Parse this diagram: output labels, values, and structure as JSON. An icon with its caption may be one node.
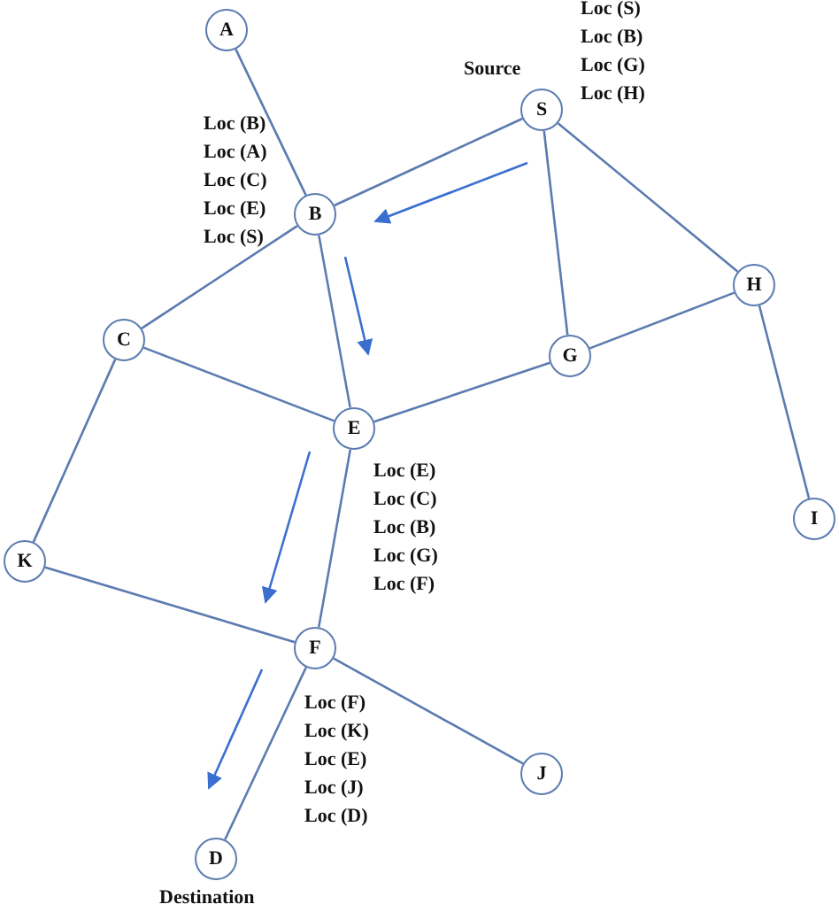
{
  "diagram": {
    "nodes": [
      {
        "text": [
          "A"
        ]
      },
      {
        "text": [
          "S"
        ],
        "beside": [
          "Source",
          "Loc (S)",
          "Loc (B)",
          "Loc (G)",
          "Loc (H)"
        ]
      },
      {
        "text": [
          "B"
        ],
        "beside": [
          "Loc (B)",
          "Loc (A)",
          "Loc (C)",
          "Loc (E)",
          "Loc (S)"
        ]
      },
      {
        "text": [
          "H"
        ]
      },
      {
        "text": [
          "C"
        ]
      },
      {
        "text": [
          "G"
        ]
      },
      {
        "text": [
          "E"
        ],
        "beside": [
          "Loc (E)",
          "Loc (C)",
          "Loc (B)",
          "Loc (G)",
          "Loc (F)"
        ]
      },
      {
        "text": [
          "I"
        ]
      },
      {
        "text": [
          "K"
        ]
      },
      {
        "text": [
          "F"
        ],
        "beside": [
          "Loc (F)",
          "Loc (K)",
          "Loc (E)",
          "Loc (J)",
          "Loc (D)"
        ]
      },
      {
        "text": [
          "J"
        ]
      },
      {
        "text": [
          "D"
        ],
        "beside": [
          "Destination"
        ]
      }
    ],
    "edges": [
      {
        "from": 0,
        "to": 2,
        "arrow": "none"
      },
      {
        "from": 1,
        "to": 2,
        "arrow": "none"
      },
      {
        "from": 1,
        "to": 5,
        "arrow": "none"
      },
      {
        "from": 1,
        "to": 3,
        "arrow": "none"
      },
      {
        "from": 2,
        "to": 4,
        "arrow": "none"
      },
      {
        "from": 2,
        "to": 6,
        "arrow": "none"
      },
      {
        "from": 3,
        "to": 5,
        "arrow": "none"
      },
      {
        "from": 3,
        "to": 7,
        "arrow": "none"
      },
      {
        "from": 4,
        "to": 6,
        "arrow": "none"
      },
      {
        "from": 4,
        "to": 8,
        "arrow": "none"
      },
      {
        "from": 5,
        "to": 6,
        "arrow": "none"
      },
      {
        "from": 6,
        "to": 9,
        "arrow": "none"
      },
      {
        "from": 8,
        "to": 9,
        "arrow": "none"
      },
      {
        "from": 9,
        "to": 10,
        "arrow": "none"
      },
      {
        "from": 9,
        "to": 11,
        "arrow": "none"
      }
    ]
  }
}
